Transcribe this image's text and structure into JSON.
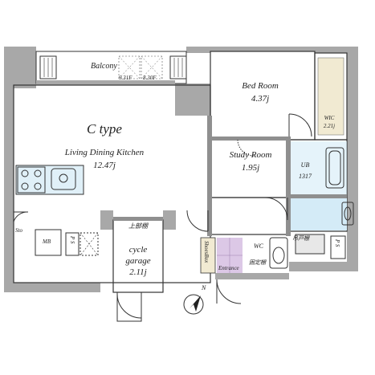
{
  "plan": {
    "type_label": "C type",
    "compass_label": "N",
    "colors": {
      "wall": "#a8a8a8",
      "wall_dark": "#8f8f8f",
      "bath": "#d4ebf7",
      "entrance": "#dcc8e6",
      "cabinet": "#f1ead2",
      "line": "#333333"
    },
    "rooms": {
      "balcony": {
        "name": "Balcony",
        "area_left": "9.31F",
        "area_right": "8.30F"
      },
      "ldk": {
        "name": "Living Dining Kitchen",
        "area": "12.47j"
      },
      "bedroom": {
        "name": "Bed Room",
        "area": "4.37j"
      },
      "wic": {
        "name": "WIC",
        "area": "2.21j"
      },
      "study": {
        "name": "Study Room",
        "area": "1.95j"
      },
      "ub": {
        "name": "UB",
        "size": "1317"
      },
      "cycle": {
        "name_line1": "cycle",
        "name_line2": "garage",
        "area": "2.11j",
        "shelf": "上部棚"
      },
      "wc": {
        "name": "WC"
      },
      "entrance": {
        "name": "Entrance"
      },
      "shoebox": {
        "name": "ShoesBox"
      },
      "sto": {
        "name": "Sto"
      },
      "mb": {
        "name": "MB"
      },
      "ps_left": {
        "name": "P S"
      },
      "ps_right": {
        "name": "P S"
      },
      "shelf_top": {
        "name": "吊戸棚"
      },
      "shelf_bottom": {
        "name": "固定棚"
      }
    }
  }
}
